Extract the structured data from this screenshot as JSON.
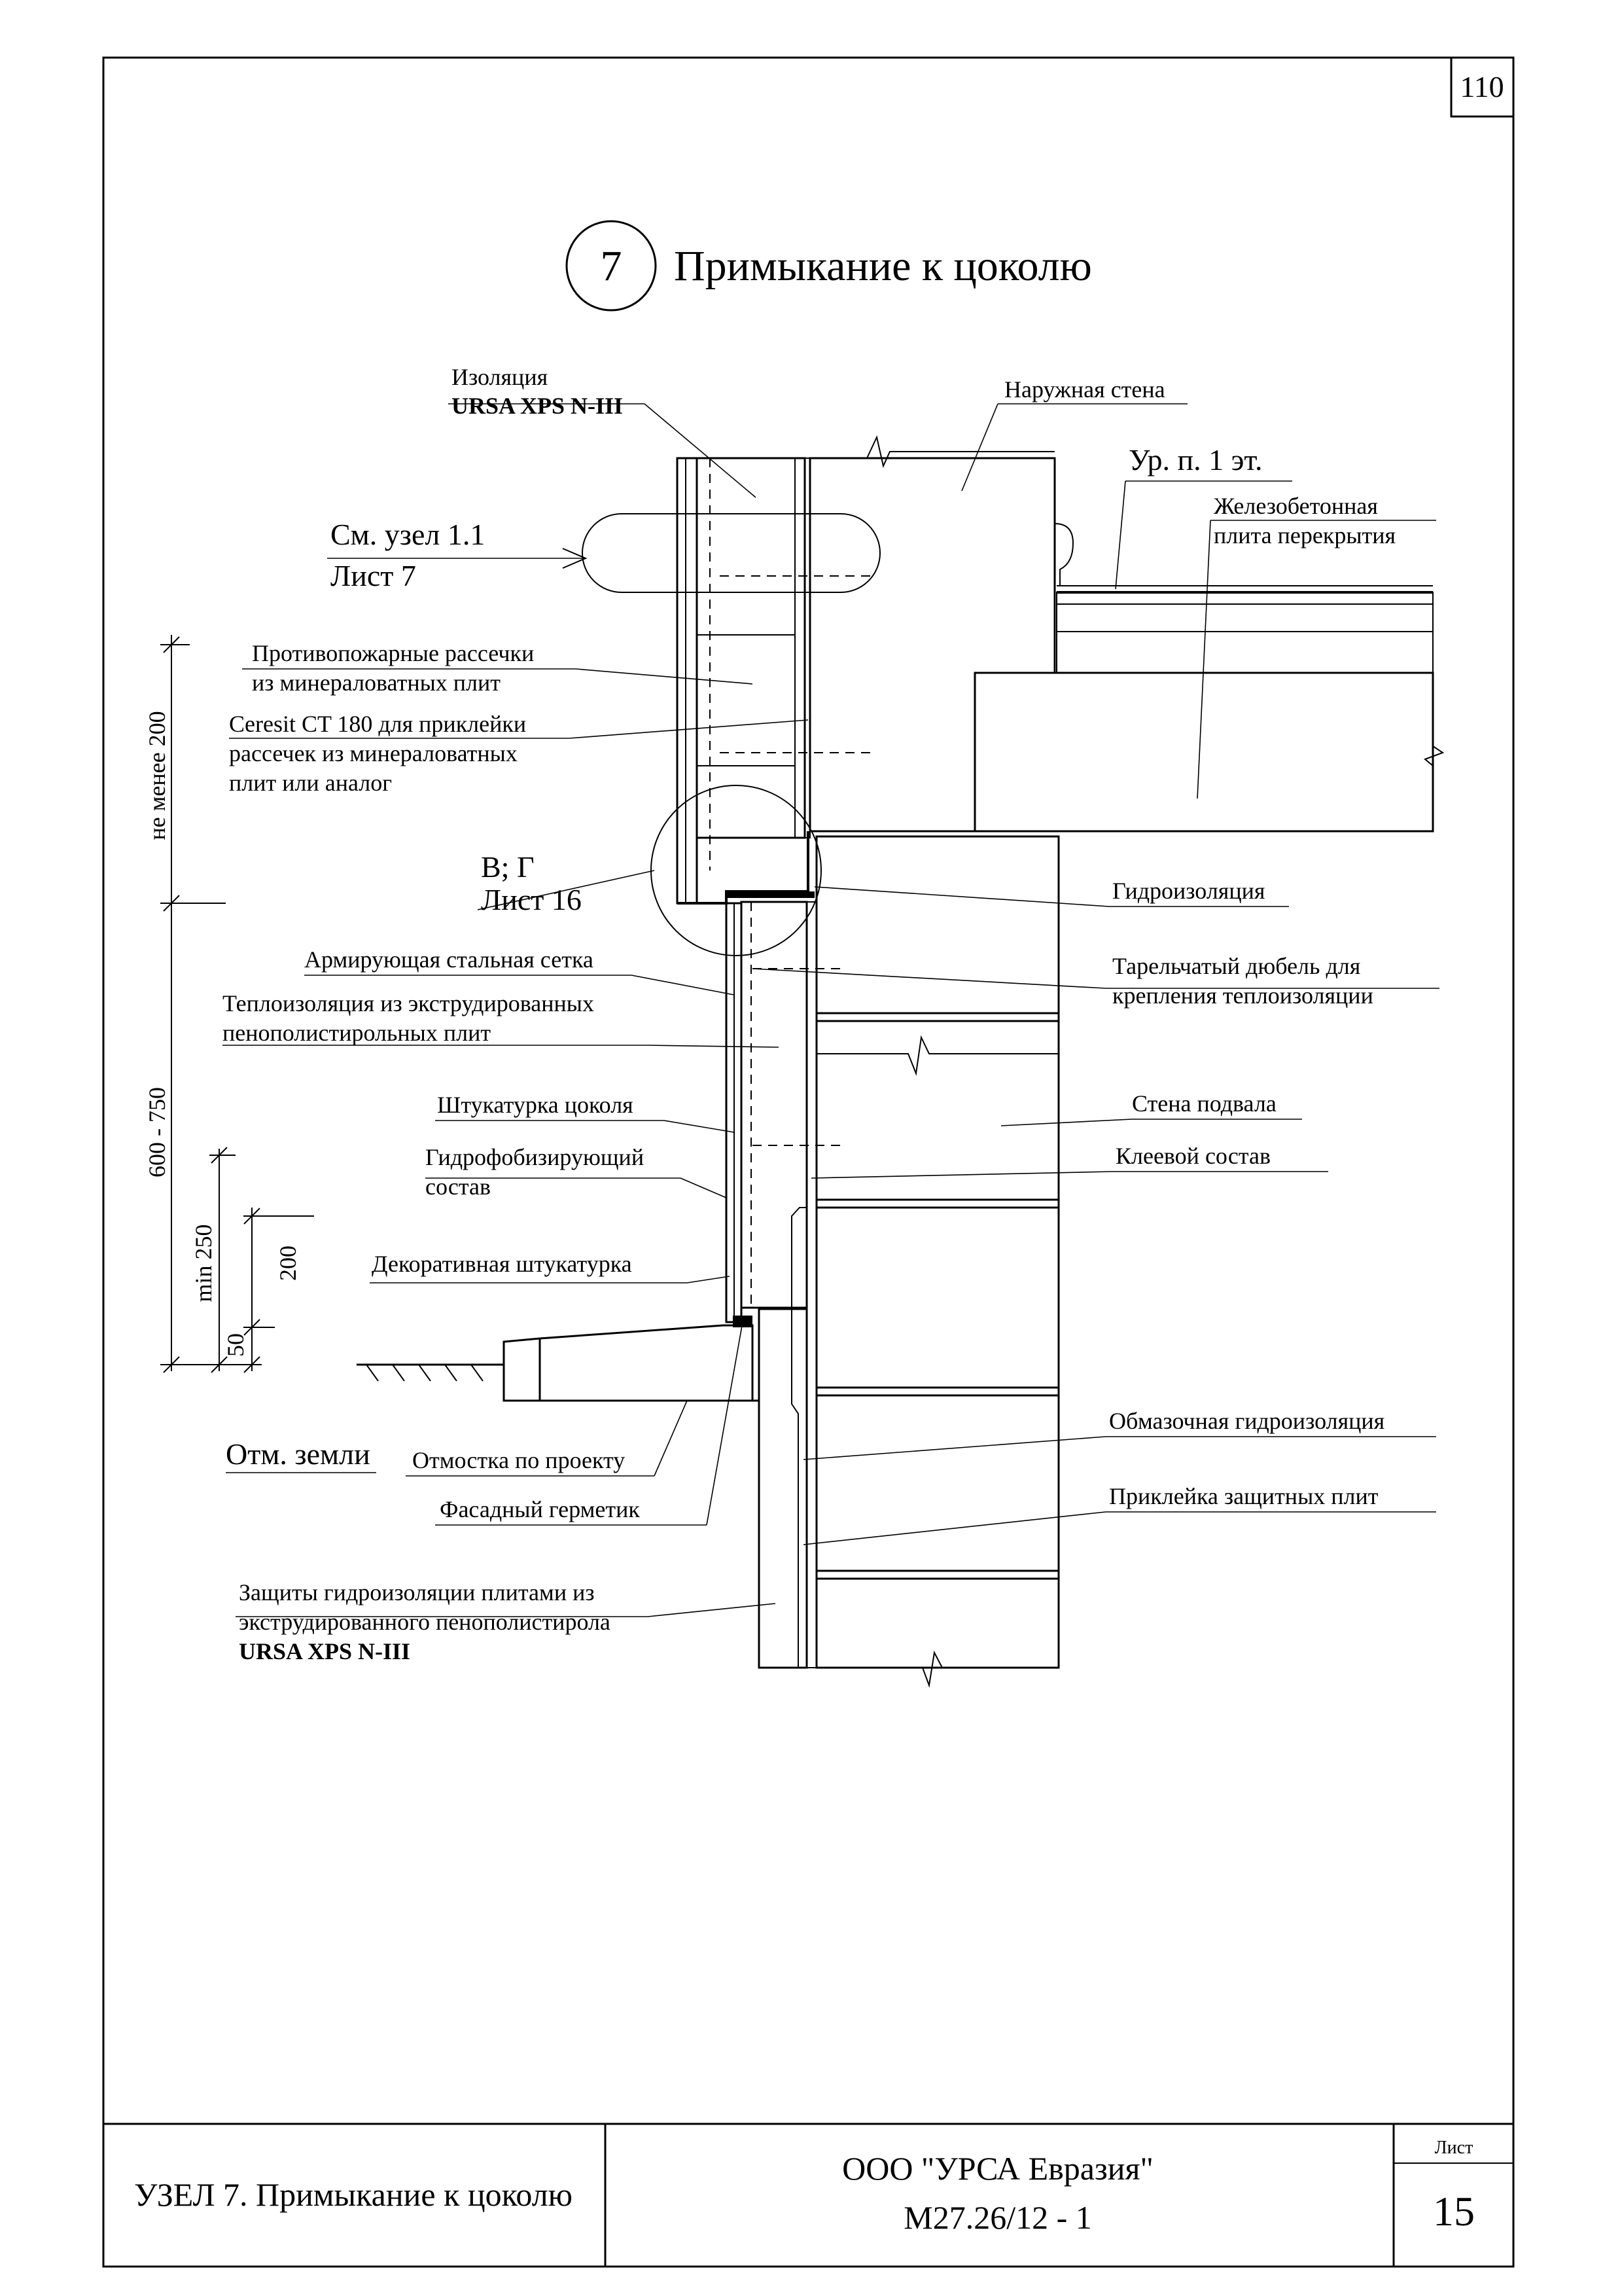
{
  "sheet_number_top": "110",
  "node": {
    "number": "7",
    "title": "Примыкание к цоколю"
  },
  "labels": {
    "insulation_line1": "Изоляция",
    "insulation_line2": "URSA XPS N-III",
    "outer_wall": "Наружная стена",
    "floor_level": "Ур. п. 1 эт.",
    "slab_line1": "Железобетонная",
    "slab_line2": "плита перекрытия",
    "see_node_line1": "См. узел 1.1",
    "see_node_line2": "Лист 7",
    "fire_breaks_line1": "Противопожарные рассечки",
    "fire_breaks_line2": "из минераловатных плит",
    "ceresit_line1": "Ceresit CT 180 для приклейки",
    "ceresit_line2": "рассечек из минераловатных",
    "ceresit_line3": "плит или аналог",
    "ref_vg_line1": "В; Г",
    "ref_vg_line2": "Лист 16",
    "waterproofing": "Гидроизоляция",
    "mesh": "Армирующая стальная сетка",
    "dowel_line1": "Тарельчатый    дюбель    для",
    "dowel_line2": "крепления теплоизоляции",
    "xps_line1": "Теплоизоляция  из  экструдированных",
    "xps_line2": "пенополистирольных плит",
    "plinth_plaster": "Штукатурка цоколя",
    "basement_wall": "Стена подвала",
    "hydrophobic_line1": "Гидрофобизирующий",
    "hydrophobic_line2": "состав",
    "adhesive": "Клеевой состав",
    "decor_plaster": "Декоративная штукатурка",
    "coating_wp": "Обмазочная гидроизоляция",
    "protect_glue": "Приклейка защитных плит",
    "ground_level": "Отм. земли",
    "blind_area": "Отмостка по проекту",
    "sealant": "Фасадный герметик",
    "protection_line1": "Защиты гидроизоляции плитами  из",
    "protection_line2": "экструдированного пенополистирола",
    "protection_line3": "URSA XPS N-III"
  },
  "dimensions": {
    "not_less_200": "не менее 200",
    "range_600_750": "600 - 750",
    "min_250": "min 250",
    "d200": "200",
    "d50": "50"
  },
  "title_block": {
    "node_caption": "УЗЕЛ 7. Примыкание к цоколю",
    "company": "ООО \"УРСА Евразия\"",
    "doc_code": "М27.26/12 - 1",
    "sheet_label": "Лист",
    "sheet_number": "15"
  }
}
